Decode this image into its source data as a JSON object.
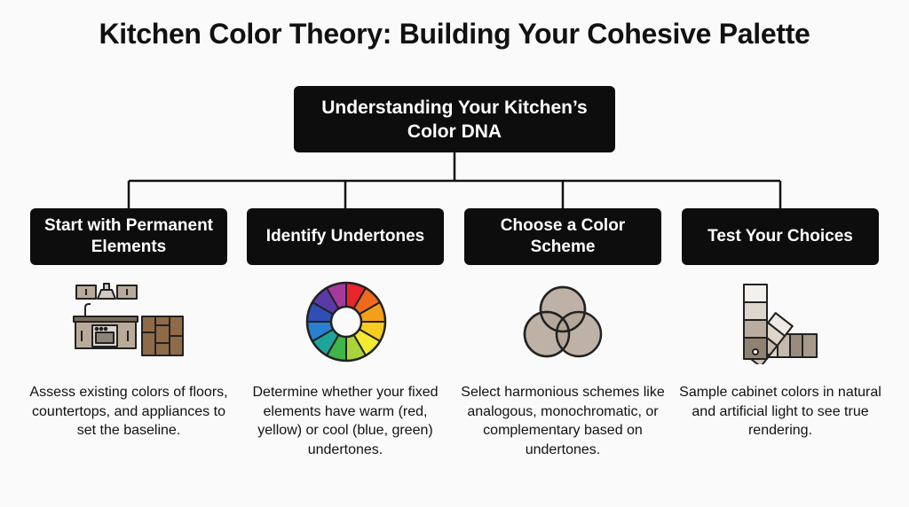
{
  "title": "Kitchen Color Theory: Building Your Cohesive Palette",
  "root": {
    "label": "Understanding Your Kitchen’s Color DNA"
  },
  "steps": [
    {
      "label": "Start with Permanent Elements",
      "icon": "kitchen-layout-icon",
      "description": "Assess existing colors of floors, countertops, and appliances to set the baseline."
    },
    {
      "label": "Identify Undertones",
      "icon": "color-wheel-icon",
      "description": "Determine whether your fixed elements have warm (red, yellow) or cool (blue, green) undertones."
    },
    {
      "label": "Choose a Color Scheme",
      "icon": "overlapping-circles-icon",
      "description": "Select harmonious schemes like analogous, monochromatic, or complementary based on undertones."
    },
    {
      "label": "Test Your Choices",
      "icon": "paint-swatch-fan-icon",
      "description": "Sample cabinet colors in natural and artificial light to see true rendering."
    }
  ],
  "colors": {
    "box_fill": "#0d0d0d",
    "box_text": "#ffffff",
    "background": "#fafafa",
    "connector": "#111111"
  }
}
